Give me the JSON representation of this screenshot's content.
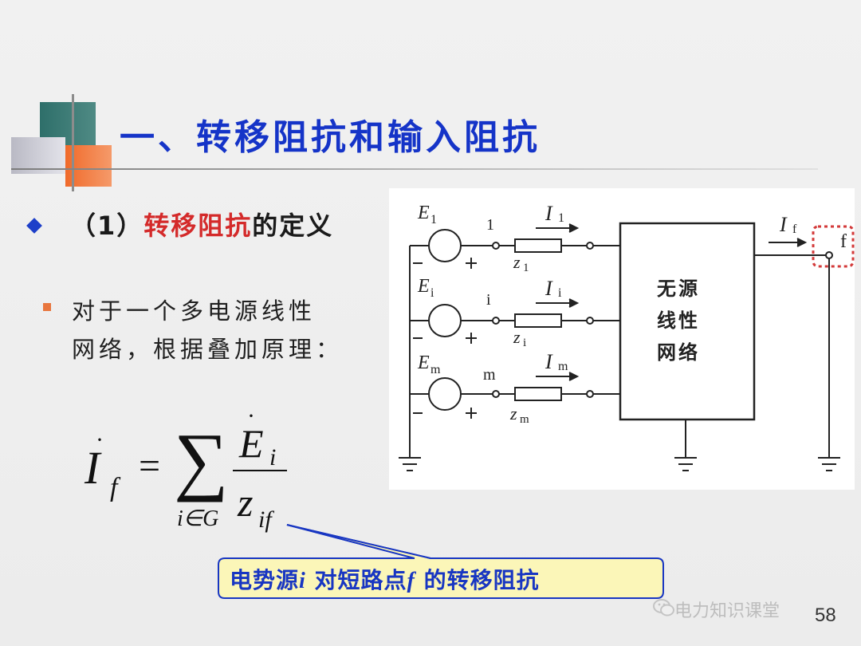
{
  "slide": {
    "title": "一、转移阻抗和输入阻抗",
    "heading_prefix": "（1）",
    "heading_red": "转移阻抗",
    "heading_suffix": "的定义",
    "para_line1": "对于一个多电源线性",
    "para_line2": "网络，根据叠加原理：",
    "page_number": "58",
    "watermark": "电力知识课堂"
  },
  "formula": {
    "lhs_symbol": "I",
    "lhs_sub": "f",
    "equals": "=",
    "sum": "∑",
    "sum_under": "i∈G",
    "numerator": "E",
    "numerator_sub": "i",
    "denominator": "z",
    "denominator_sub": "if"
  },
  "callout": {
    "part1": "电势源",
    "var1": "i",
    "part2": " 对短路点",
    "var2": "f",
    "part3": " 的转移阻抗"
  },
  "diagram": {
    "block_line1": "无源",
    "block_line2": "线性",
    "block_line3": "网络",
    "node_1": "1",
    "node_i": "i",
    "node_m": "m",
    "node_f": "f",
    "source_1": "E",
    "source_1_sub": "1",
    "source_i": "E",
    "source_i_sub": "i",
    "source_m": "E",
    "source_m_sub": "m",
    "current_1": "I",
    "current_1_sub": "1",
    "current_i": "I",
    "current_i_sub": "i",
    "current_m": "I",
    "current_m_sub": "m",
    "current_f": "I",
    "current_f_sub": "f",
    "imp_1": "z",
    "imp_1_sub": "1",
    "imp_i": "z",
    "imp_i_sub": "i",
    "imp_m": "z",
    "imp_m_sub": "m"
  },
  "colors": {
    "title_blue": "#1534c8",
    "heading_red": "#d42a2a",
    "callout_fill": "#fbf6b8",
    "callout_border": "#1836c2",
    "highlight_red": "#d33a3a"
  }
}
